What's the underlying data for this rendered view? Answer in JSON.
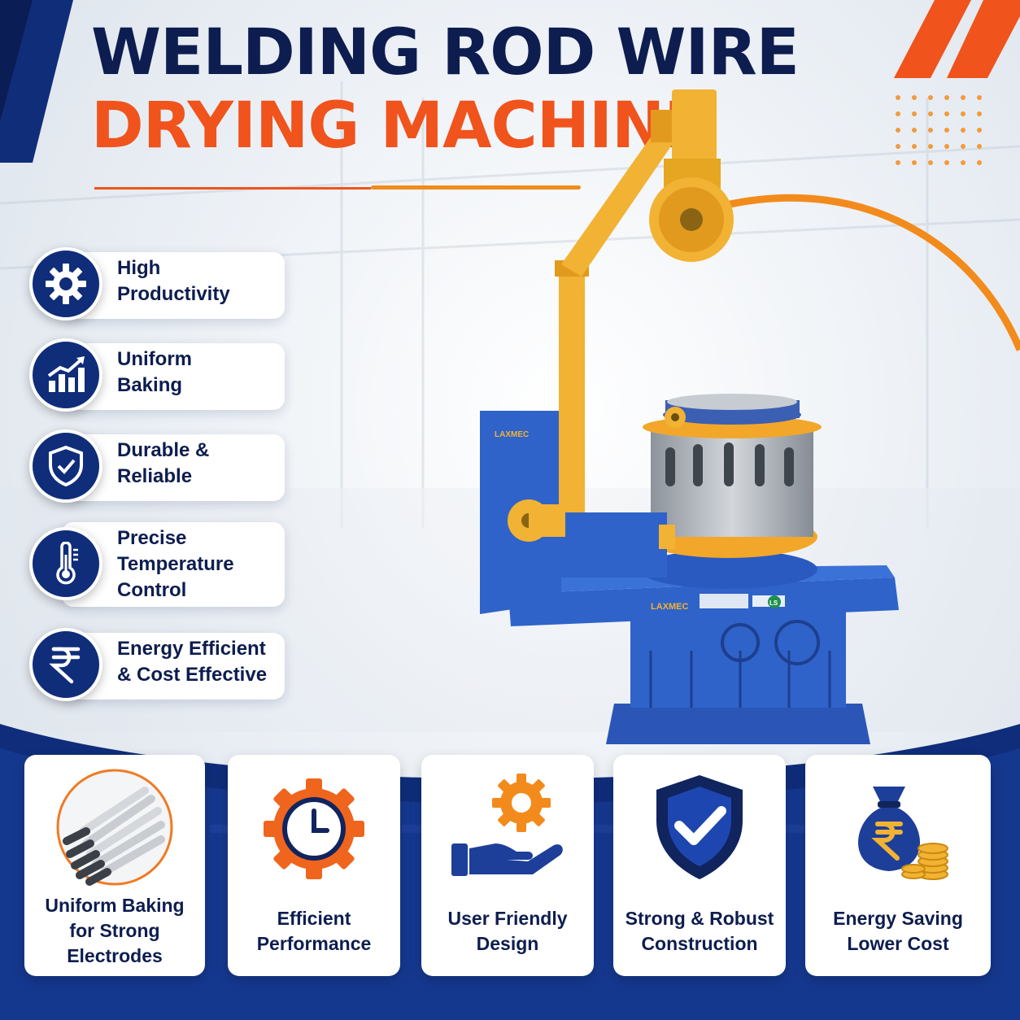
{
  "title": {
    "line1": "WELDING ROD WIRE",
    "line2": "DRYING MACHINE"
  },
  "colors": {
    "navy": "#0d1d4f",
    "blue": "#102d7a",
    "orange": "#f0531c",
    "amber": "#f28b1c"
  },
  "features": [
    {
      "icon": "gear-icon",
      "lines": [
        "High",
        "Productivity"
      ]
    },
    {
      "icon": "growth-chart-icon",
      "lines": [
        "Uniform",
        "Baking"
      ]
    },
    {
      "icon": "shield-check-icon",
      "lines": [
        "Durable &",
        "Reliable"
      ]
    },
    {
      "icon": "thermometer-icon",
      "lines": [
        "Precise",
        "Temperature",
        "Control"
      ]
    },
    {
      "icon": "rupee-icon",
      "lines": [
        "Energy Efficient",
        "& Cost Effective"
      ]
    }
  ],
  "machine": {
    "brand_label": "LAXMEC",
    "brand_label_front": "LAXMEC",
    "stamp": "LS"
  },
  "cards": [
    {
      "icon": "welding-electrodes-icon",
      "lines": [
        "Uniform Baking",
        "for Strong",
        "Electrodes"
      ]
    },
    {
      "icon": "gear-clock-icon",
      "lines": [
        "Efficient",
        "Performance"
      ]
    },
    {
      "icon": "hand-gear-icon",
      "lines": [
        "User Friendly",
        "Design"
      ]
    },
    {
      "icon": "shield-check-icon",
      "lines": [
        "Strong & Robust",
        "Construction"
      ]
    },
    {
      "icon": "money-bag-icon",
      "lines": [
        "Energy Saving",
        "Lower Cost"
      ]
    }
  ]
}
